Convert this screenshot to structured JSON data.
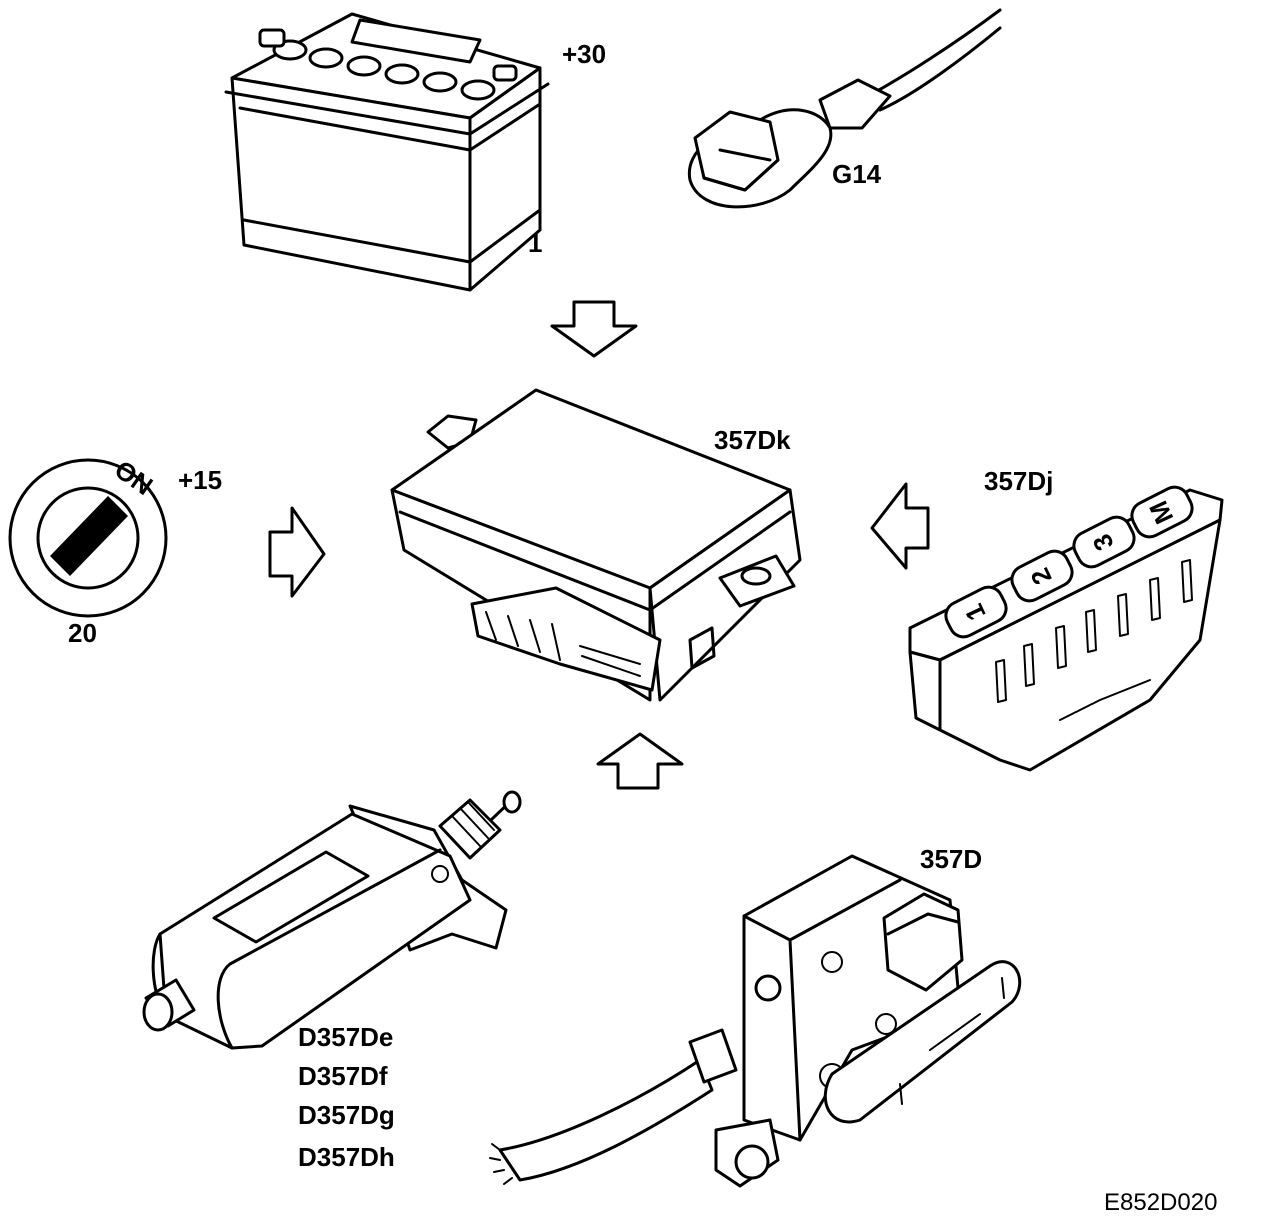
{
  "labels": {
    "battery_terminal": "+30",
    "battery_number": "1",
    "ground_point": "G14",
    "ignition_terminal": "+15",
    "ignition_number": "20",
    "ignition_key_text": "ON",
    "control_module": "357Dk",
    "memory_switch": "357Dj",
    "seat_switch": "357D",
    "motor_1": "D357De",
    "motor_2": "D357Df",
    "motor_3": "D357Dg",
    "motor_4": "D357Dh",
    "memory_buttons": [
      "1",
      "2",
      "3",
      "M"
    ]
  },
  "figure_reference": "E852D020"
}
